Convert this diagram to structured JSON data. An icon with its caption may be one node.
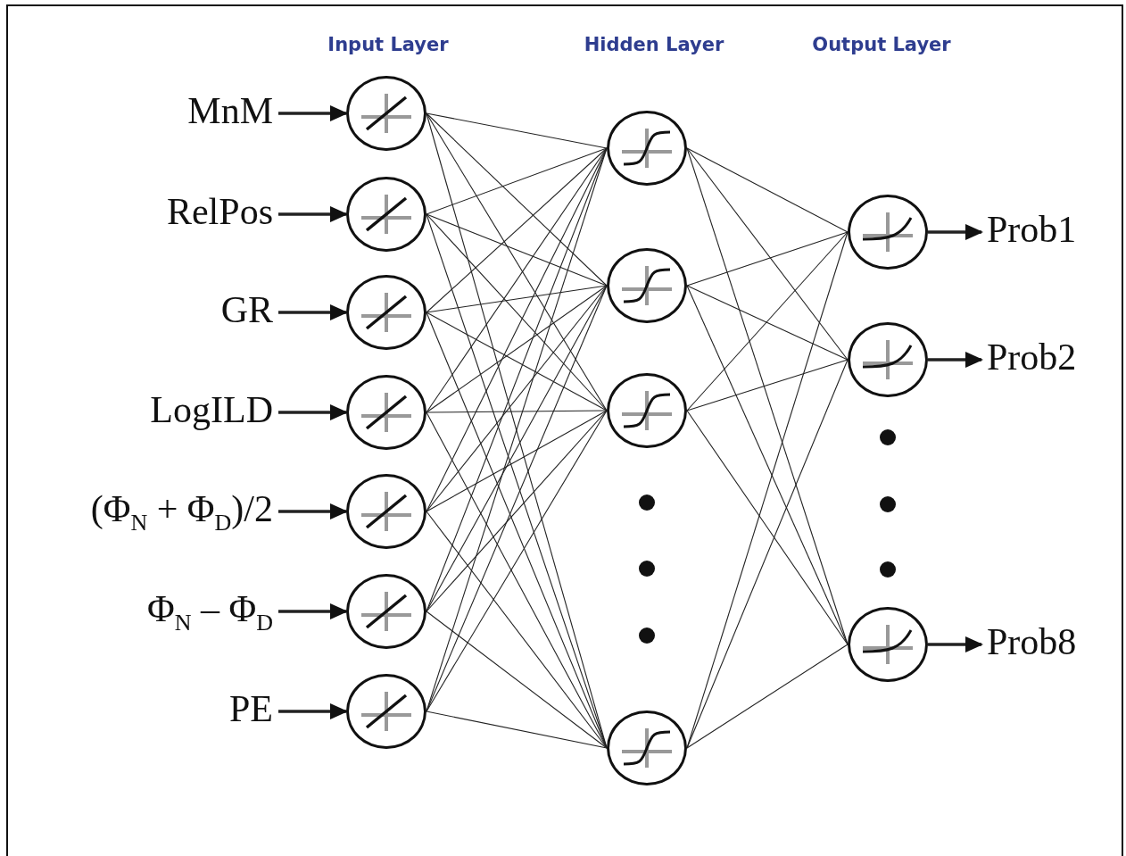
{
  "diagram": {
    "nodes": [
      {
        "text": [
          "MnM"
        ]
      },
      {
        "text": [
          "RelPos"
        ]
      },
      {
        "text": [
          "GR"
        ]
      },
      {
        "text": [
          "LogILD"
        ]
      },
      {
        "text": [
          "(Φ$_{N}$ + Φ$_{D}$)/2"
        ]
      },
      {
        "text": [
          "Φ$_{N}$ – Φ$_{D}$"
        ]
      },
      {
        "text": [
          "PE"
        ]
      },
      {
        "text": [],
        "shape": "circle"
      },
      {
        "text": [],
        "shape": "circle"
      },
      {
        "text": [],
        "shape": "circle"
      },
      {
        "text": [],
        "shape": "circle"
      },
      {
        "text": [],
        "shape": "circle"
      },
      {
        "text": [],
        "shape": "circle"
      },
      {
        "text": [],
        "shape": "circle"
      },
      {
        "text": [],
        "shape": "circle"
      },
      {
        "text": [],
        "shape": "circle"
      },
      {
        "text": [],
        "shape": "circle"
      },
      {
        "text": [],
        "shape": "circle"
      },
      {
        "text": [],
        "shape": "circle"
      },
      {
        "text": [],
        "shape": "circle"
      },
      {
        "text": [],
        "shape": "circle"
      },
      {
        "text": [
          "Prob1"
        ]
      },
      {
        "text": [
          "Prob2"
        ]
      },
      {
        "text": [
          "Prob8"
        ]
      }
    ],
    "edges": [
      {
        "from": 0,
        "to": 7,
        "arrow": "to",
        "style": "thick"
      },
      {
        "from": 1,
        "to": 8,
        "arrow": "to",
        "style": "thick"
      },
      {
        "from": 2,
        "to": 9,
        "arrow": "to",
        "style": "thick"
      },
      {
        "from": 3,
        "to": 10,
        "arrow": "to",
        "style": "thick"
      },
      {
        "from": 4,
        "to": 11,
        "arrow": "to",
        "style": "thick"
      },
      {
        "from": 5,
        "to": 12,
        "arrow": "to",
        "style": "thick"
      },
      {
        "from": 6,
        "to": 13,
        "arrow": "to",
        "style": "thick"
      },
      {
        "from": 7,
        "to": 14,
        "arrow": "none"
      },
      {
        "from": 7,
        "to": 15,
        "arrow": "none"
      },
      {
        "from": 7,
        "to": 16,
        "arrow": "none"
      },
      {
        "from": 7,
        "to": 17,
        "arrow": "none"
      },
      {
        "from": 8,
        "to": 14,
        "arrow": "none"
      },
      {
        "from": 8,
        "to": 15,
        "arrow": "none"
      },
      {
        "from": 8,
        "to": 16,
        "arrow": "none"
      },
      {
        "from": 8,
        "to": 17,
        "arrow": "none"
      },
      {
        "from": 9,
        "to": 14,
        "arrow": "none"
      },
      {
        "from": 9,
        "to": 15,
        "arrow": "none"
      },
      {
        "from": 9,
        "to": 16,
        "arrow": "none"
      },
      {
        "from": 9,
        "to": 17,
        "arrow": "none"
      },
      {
        "from": 10,
        "to": 14,
        "arrow": "none"
      },
      {
        "from": 10,
        "to": 15,
        "arrow": "none"
      },
      {
        "from": 10,
        "to": 16,
        "arrow": "none"
      },
      {
        "from": 10,
        "to": 17,
        "arrow": "none"
      },
      {
        "from": 11,
        "to": 14,
        "arrow": "none"
      },
      {
        "from": 11,
        "to": 15,
        "arrow": "none"
      },
      {
        "from": 11,
        "to": 16,
        "arrow": "none"
      },
      {
        "from": 11,
        "to": 17,
        "arrow": "none"
      },
      {
        "from": 12,
        "to": 14,
        "arrow": "none"
      },
      {
        "from": 12,
        "to": 15,
        "arrow": "none"
      },
      {
        "from": 12,
        "to": 16,
        "arrow": "none"
      },
      {
        "from": 12,
        "to": 17,
        "arrow": "none"
      },
      {
        "from": 13,
        "to": 14,
        "arrow": "none"
      },
      {
        "from": 13,
        "to": 15,
        "arrow": "none"
      },
      {
        "from": 13,
        "to": 16,
        "arrow": "none"
      },
      {
        "from": 13,
        "to": 17,
        "arrow": "none"
      },
      {
        "from": 14,
        "to": 18,
        "arrow": "none"
      },
      {
        "from": 14,
        "to": 19,
        "arrow": "none"
      },
      {
        "from": 14,
        "to": 20,
        "arrow": "none"
      },
      {
        "from": 15,
        "to": 18,
        "arrow": "none"
      },
      {
        "from": 15,
        "to": 19,
        "arrow": "none"
      },
      {
        "from": 15,
        "to": 20,
        "arrow": "none"
      },
      {
        "from": 16,
        "to": 18,
        "arrow": "none"
      },
      {
        "from": 16,
        "to": 19,
        "arrow": "none"
      },
      {
        "from": 16,
        "to": 20,
        "arrow": "none"
      },
      {
        "from": 17,
        "to": 18,
        "arrow": "none"
      },
      {
        "from": 17,
        "to": 19,
        "arrow": "none"
      },
      {
        "from": 17,
        "to": 20,
        "arrow": "none"
      },
      {
        "from": 18,
        "to": 21,
        "arrow": "to",
        "style": "thick"
      },
      {
        "from": 19,
        "to": 22,
        "arrow": "to",
        "style": "thick"
      },
      {
        "from": 20,
        "to": 23,
        "arrow": "to",
        "style": "thick"
      }
    ],
    "labels": [
      "Input Layer",
      "Hidden Layer",
      "Output Layer"
    ]
  }
}
